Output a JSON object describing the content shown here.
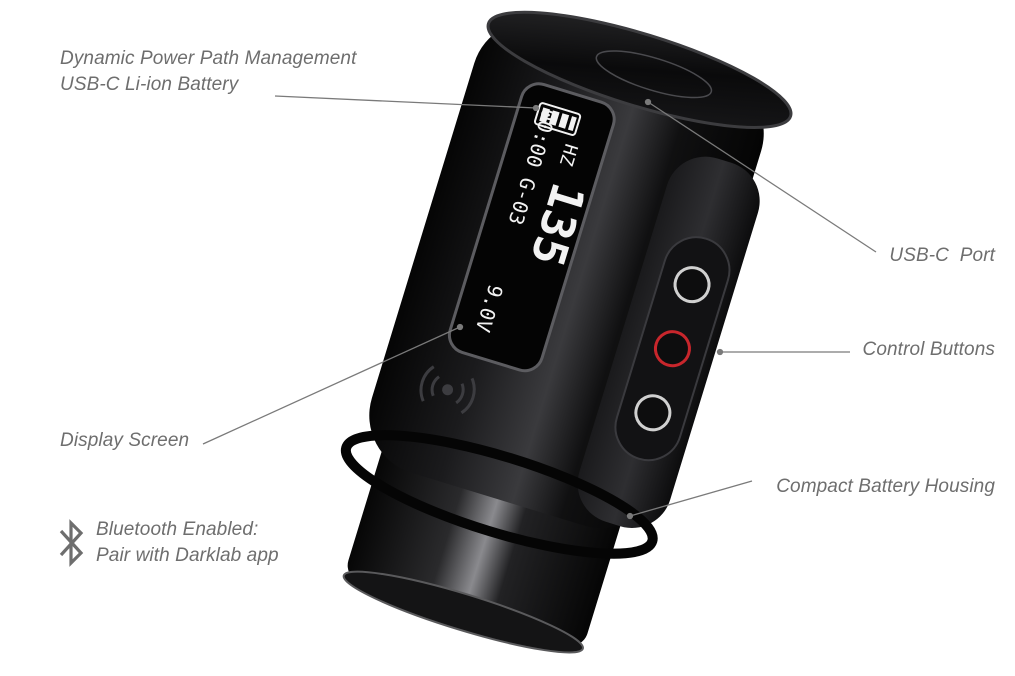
{
  "callouts": {
    "power_path": {
      "line1": "Dynamic Power Path Management",
      "line2": "USB-C Li-ion Battery"
    },
    "usbc_port": "USB-C  Port",
    "control_buttons": "Control Buttons",
    "display_screen": "Display Screen",
    "battery_housing": "Compact Battery Housing"
  },
  "bluetooth_note": {
    "line1": "Bluetooth Enabled:",
    "line2": "Pair with Darklab app"
  },
  "display_readout": {
    "frequency": "135",
    "frequency_unit": "HZ",
    "voltage": "9.0V",
    "profile": "G-03",
    "timer": "00:00"
  },
  "colors": {
    "label_text": "#6e6e6e",
    "leader_line": "#7a7a7a",
    "body": "#0b0b0c",
    "display_text": "#f2f2f2",
    "power_button_ring": "#c8262c"
  },
  "icons": [
    "bluetooth-icon",
    "wireless-charging-icon",
    "battery-level-icon"
  ]
}
